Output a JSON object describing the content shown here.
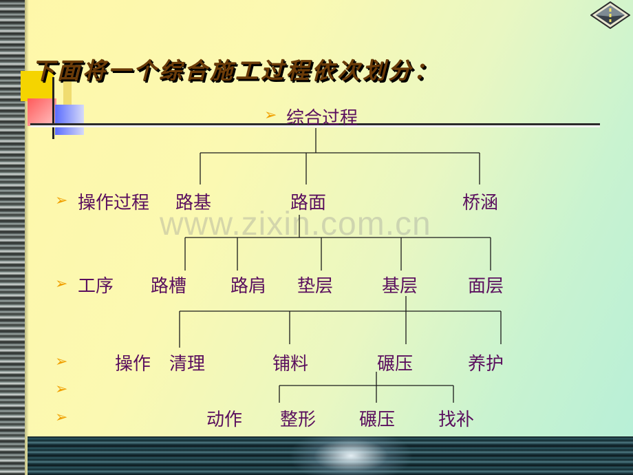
{
  "title": "下面将一个综合施工过程依次划分：",
  "watermark": "www.zixin.com.cn",
  "tree": {
    "root": "综合过程",
    "row1_label": "操作过程",
    "row1_items": [
      "路基",
      "路面",
      "桥涵"
    ],
    "row2_label": "工序",
    "row2_items": [
      "路槽",
      "路肩",
      "垫层",
      "基层",
      "面层"
    ],
    "row3_label": "操作",
    "row3_items": [
      "清理",
      "铺料",
      "碾压",
      "养护"
    ],
    "row4_label": "动作",
    "row4_items": [
      "整形",
      "碾压",
      "找补"
    ]
  },
  "bullet_icon": "arrow-bullet-icon"
}
